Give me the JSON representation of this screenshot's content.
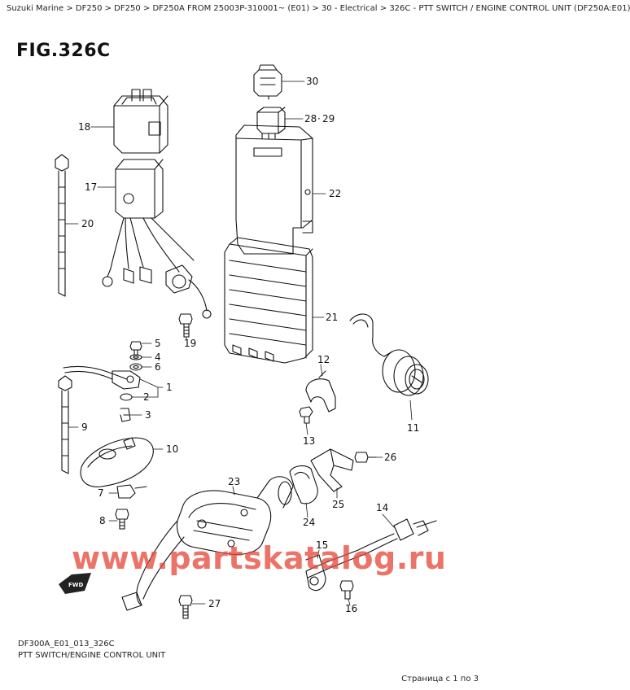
{
  "breadcrumb": "Suzuki Marine > DF250 > DF250 > DF250A FROM 25003P-310001~ (E01) > 30 - Electrical > 326C - PTT SWITCH / ENGINE CONTROL UNIT (DF250A:E01)",
  "figure": {
    "title": "FIG.326C",
    "code": "DF300A_E01_013_326C",
    "caption": "PTT SWITCH/ENGINE CONTROL UNIT",
    "fwd_label": "FWD"
  },
  "callouts": {
    "c30": "30",
    "c28_29": "28",
    "c28_29b": "29",
    "c18": "18",
    "c17": "17",
    "c22": "22",
    "c20": "20",
    "c21": "21",
    "c5": "5",
    "c4": "4",
    "c6": "6",
    "c19": "19",
    "c1": "1",
    "c2": "2",
    "c3": "3",
    "c12": "12",
    "c9": "9",
    "c10": "10",
    "c11": "11",
    "c13": "13",
    "c26": "26",
    "c23": "23",
    "c7": "7",
    "c25": "25",
    "c24": "24",
    "c8": "8",
    "c14": "14",
    "c15": "15",
    "c16": "16",
    "c27": "27"
  },
  "watermark": "www.partskatalog.ru",
  "pager": "Страница с 1 по 3"
}
